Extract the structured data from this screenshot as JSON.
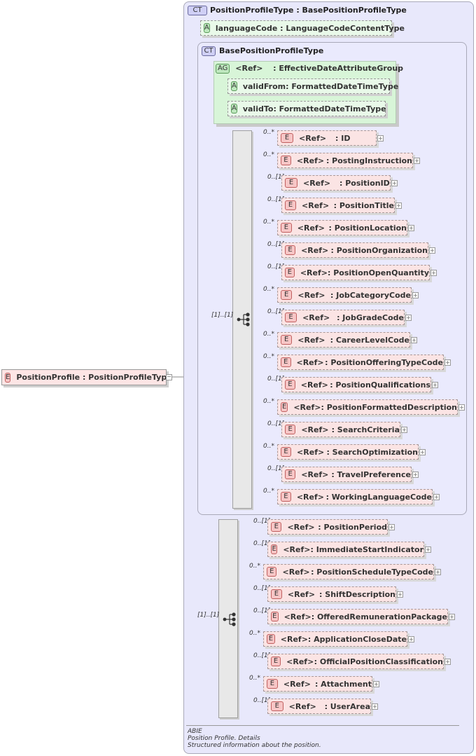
{
  "root": {
    "badge": "E",
    "label": "PositionProfile : PositionProfileType"
  },
  "outer": {
    "badge": "CT",
    "title": "PositionProfileType : BasePositionProfileType",
    "language_attr": {
      "badge": "A",
      "label": "languageCode : LanguageCodeContentType"
    }
  },
  "inner": {
    "badge": "CT",
    "title": "BasePositionProfileType",
    "attr_group": {
      "badge": "AG",
      "label": "<Ref>",
      "type": ": EffectiveDateAttributeGroup",
      "attrs": [
        {
          "badge": "A",
          "name": "validFrom",
          "type": ": FormattedDateTimeType"
        },
        {
          "badge": "A",
          "name": "validTo",
          "type": ": FormattedDateTimeType"
        }
      ]
    },
    "sequence_card": "[1]..[1]"
  },
  "sequence1": [
    {
      "card": "0..*",
      "ref": "<Ref>",
      "type": ": ID"
    },
    {
      "card": "0..*",
      "ref": "<Ref>",
      "type": ": PostingInstruction"
    },
    {
      "card": "0..[1]",
      "ref": "<Ref>",
      "type": ": PositionID"
    },
    {
      "card": "0..[1]",
      "ref": "<Ref>",
      "type": ": PositionTitle"
    },
    {
      "card": "0..*",
      "ref": "<Ref>",
      "type": ": PositionLocation"
    },
    {
      "card": "0..[1]",
      "ref": "<Ref>",
      "type": ": PositionOrganization"
    },
    {
      "card": "0..[1]",
      "ref": "<Ref>",
      "type": ": PositionOpenQuantity"
    },
    {
      "card": "0..*",
      "ref": "<Ref>",
      "type": ": JobCategoryCode"
    },
    {
      "card": "0..[1]",
      "ref": "<Ref>",
      "type": ": JobGradeCode"
    },
    {
      "card": "0..*",
      "ref": "<Ref>",
      "type": ": CareerLevelCode"
    },
    {
      "card": "0..*",
      "ref": "<Ref>",
      "type": ": PositionOfferingTypeCode"
    },
    {
      "card": "0..[1]",
      "ref": "<Ref>",
      "type": ": PositionQualifications"
    },
    {
      "card": "0..*",
      "ref": "<Ref>",
      "type": ": PositionFormattedDescription"
    },
    {
      "card": "0..[1]",
      "ref": "<Ref>",
      "type": ": SearchCriteria"
    },
    {
      "card": "0..*",
      "ref": "<Ref>",
      "type": ": SearchOptimization"
    },
    {
      "card": "0..[1]",
      "ref": "<Ref>",
      "type": ": TravelPreference"
    },
    {
      "card": "0..*",
      "ref": "<Ref>",
      "type": ": WorkingLanguageCode"
    }
  ],
  "sequence2_card": "[1]..[1]",
  "sequence2": [
    {
      "card": "0..[1]",
      "ref": "<Ref>",
      "type": ": PositionPeriod"
    },
    {
      "card": "0..[1]",
      "ref": "<Ref>",
      "type": ": ImmediateStartIndicator"
    },
    {
      "card": "0..*",
      "ref": "<Ref>",
      "type": ": PositionScheduleTypeCode"
    },
    {
      "card": "0..[1]",
      "ref": "<Ref>",
      "type": ": ShiftDescription"
    },
    {
      "card": "0..[1]",
      "ref": "<Ref>",
      "type": ": OfferedRemunerationPackage"
    },
    {
      "card": "0..*",
      "ref": "<Ref>",
      "type": ": ApplicationCloseDate"
    },
    {
      "card": "0..[1]",
      "ref": "<Ref>",
      "type": ": OfficialPositionClassification"
    },
    {
      "card": "0..*",
      "ref": "<Ref>",
      "type": ": Attachment"
    },
    {
      "card": "0..[1]",
      "ref": "<Ref>",
      "type": ": UserArea"
    }
  ],
  "annotation": {
    "line1": "ABIE",
    "line2": "Position Profile. Details",
    "line3": "Structured information about the position."
  }
}
